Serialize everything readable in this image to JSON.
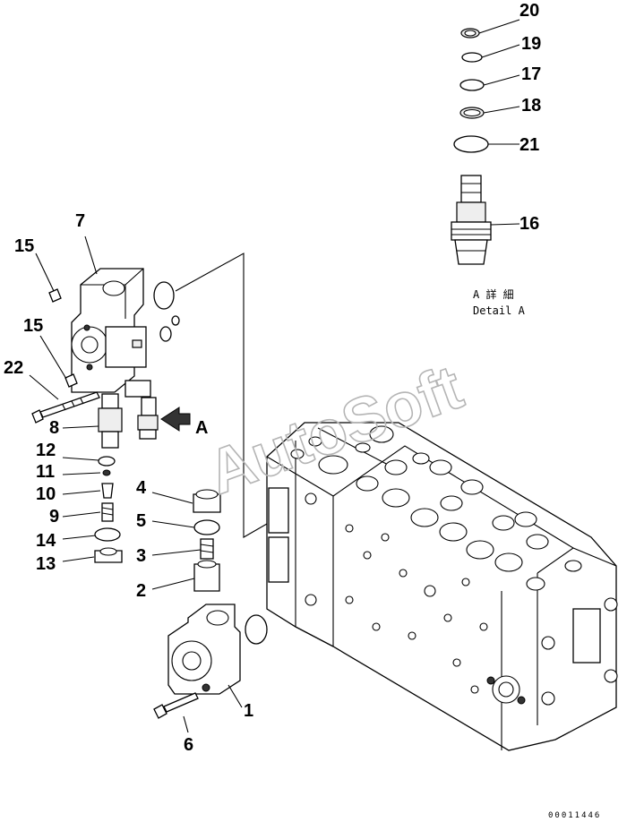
{
  "diagram": {
    "callouts": [
      {
        "id": "n20",
        "text": "20"
      },
      {
        "id": "n19",
        "text": "19"
      },
      {
        "id": "n17",
        "text": "17"
      },
      {
        "id": "n18",
        "text": "18"
      },
      {
        "id": "n21",
        "text": "21"
      },
      {
        "id": "n16",
        "text": "16"
      },
      {
        "id": "n7",
        "text": "7"
      },
      {
        "id": "n15a",
        "text": "15"
      },
      {
        "id": "n15b",
        "text": "15"
      },
      {
        "id": "n22",
        "text": "22"
      },
      {
        "id": "n8",
        "text": "8"
      },
      {
        "id": "n12",
        "text": "12"
      },
      {
        "id": "n11",
        "text": "11"
      },
      {
        "id": "n10",
        "text": "10"
      },
      {
        "id": "n9",
        "text": "9"
      },
      {
        "id": "n14",
        "text": "14"
      },
      {
        "id": "n13",
        "text": "13"
      },
      {
        "id": "n4",
        "text": "4"
      },
      {
        "id": "n5",
        "text": "5"
      },
      {
        "id": "n3",
        "text": "3"
      },
      {
        "id": "n2",
        "text": "2"
      },
      {
        "id": "n1",
        "text": "1"
      },
      {
        "id": "n6",
        "text": "6"
      }
    ],
    "detail_caption_jp": "A 詳 細",
    "detail_caption_en": "Detail A",
    "view_arrow_label": "A",
    "watermark": "AutoSoft",
    "drawing_code": "00011446"
  }
}
